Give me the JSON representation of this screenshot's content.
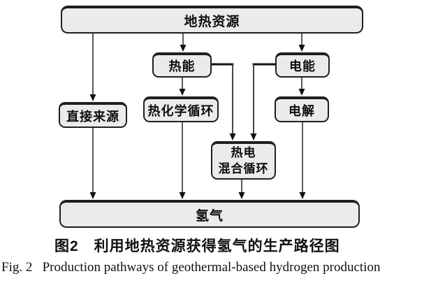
{
  "figure": {
    "caption_zh": "图2　利用地热资源获得氢气的生产路径图",
    "caption_en": "Fig. 2   Production pathways of geothermal-based hydrogen production"
  },
  "nodes": {
    "geothermal": "地热资源",
    "thermal": "热能",
    "electric": "电能",
    "direct": "直接来源",
    "thermochemical": "热化学循环",
    "electrolysis": "电解",
    "hybrid": "热电\n混合循环",
    "hydrogen": "氢气"
  },
  "edges": [
    {
      "from": "地热资源",
      "to": "直接来源"
    },
    {
      "from": "地热资源",
      "to": "热能"
    },
    {
      "from": "地热资源",
      "to": "电能"
    },
    {
      "from": "热能",
      "to": "热化学循环"
    },
    {
      "from": "热能",
      "to": "热电混合循环"
    },
    {
      "from": "电能",
      "to": "电解"
    },
    {
      "from": "电能",
      "to": "热电混合循环"
    },
    {
      "from": "直接来源",
      "to": "氢气"
    },
    {
      "from": "热化学循环",
      "to": "氢气"
    },
    {
      "from": "热电混合循环",
      "to": "氢气"
    },
    {
      "from": "电解",
      "to": "氢气"
    }
  ],
  "colors": {
    "background": "#ffffff",
    "box_fill": "#ebebeb",
    "box_border": "#1f1f1f",
    "line": "#3d3d3d",
    "arrowhead": "#111111"
  }
}
